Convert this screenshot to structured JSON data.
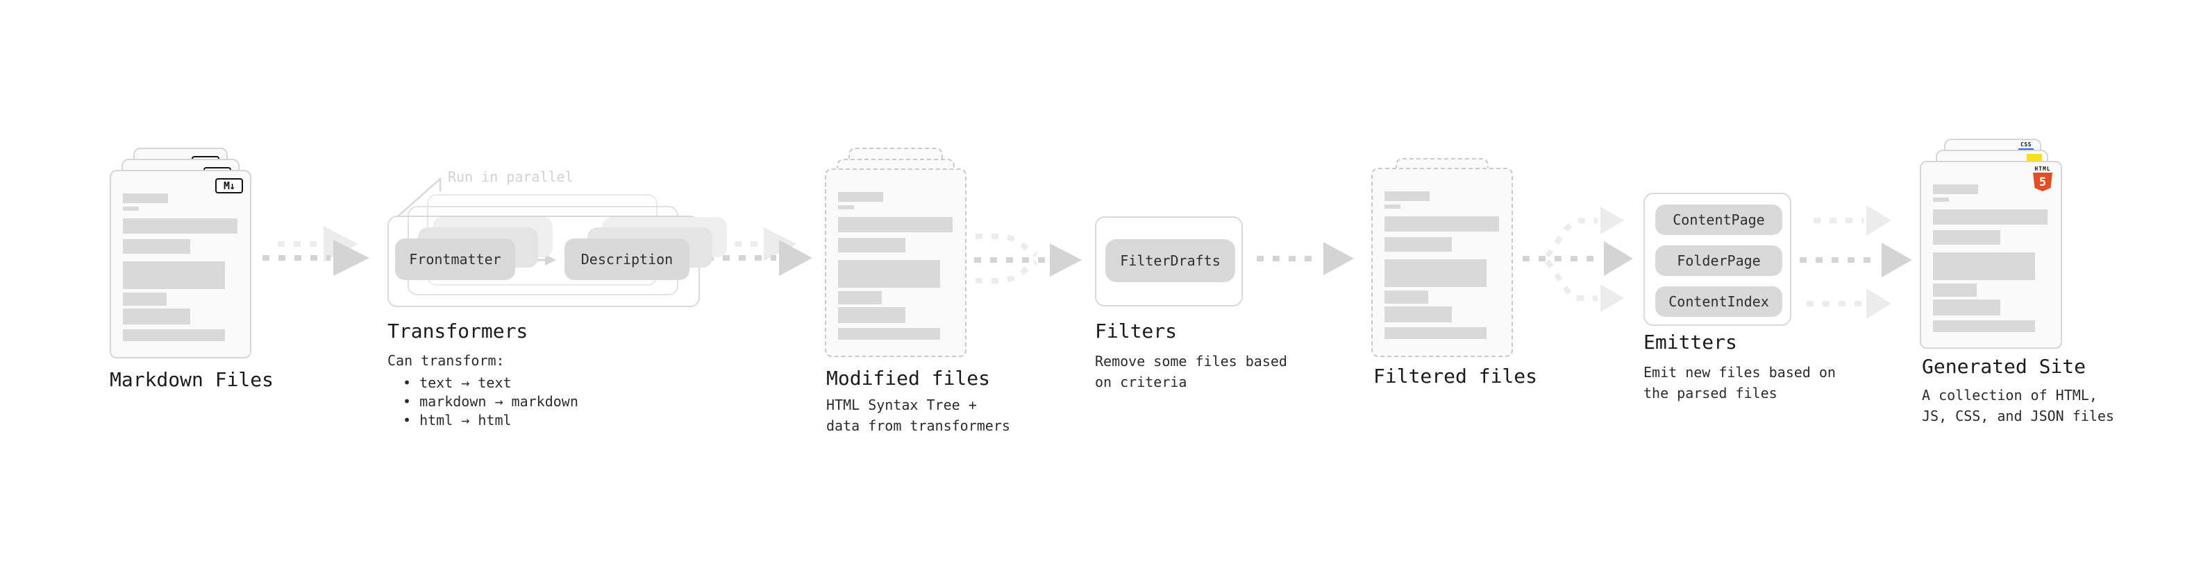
{
  "colors": {
    "html5_orange": "#e44d26",
    "js_yellow": "#f7df1e",
    "css_blue": "#2965f1"
  },
  "stages": {
    "markdown": {
      "label": "Markdown Files",
      "badge": "M↓"
    },
    "transformers": {
      "note": "Run in parallel",
      "source_pill": "Frontmatter",
      "target_pill": "Description",
      "label": "Transformers",
      "desc_title": "Can transform:",
      "bullets": [
        "• text → text",
        "• markdown → markdown",
        "• html → html"
      ]
    },
    "modified": {
      "label": "Modified files",
      "desc": [
        "HTML Syntax Tree +",
        "data from transformers"
      ]
    },
    "filters": {
      "label": "Filters",
      "pill": "FilterDrafts",
      "desc": [
        "Remove some files based",
        "on criteria"
      ]
    },
    "filtered": {
      "label": "Filtered files"
    },
    "emitters": {
      "label": "Emitters",
      "pills": [
        "ContentPage",
        "FolderPage",
        "ContentIndex"
      ],
      "desc": [
        "Emit new files based on",
        "the parsed files"
      ]
    },
    "generated": {
      "label": "Generated Site",
      "badge_html": "HTML",
      "badge_five": "5",
      "badge_css": "CSS",
      "desc": [
        "A collection of HTML,",
        "JS, CSS, and JSON files"
      ]
    }
  }
}
